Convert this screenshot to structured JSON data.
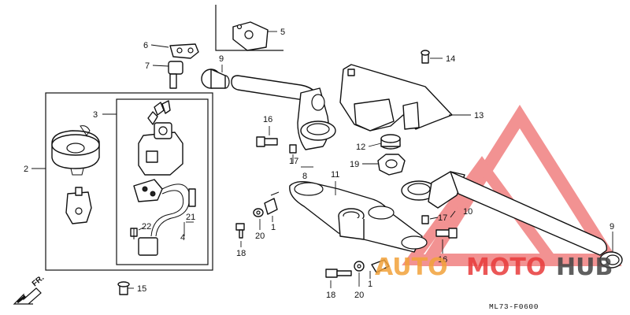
{
  "diagram": {
    "code": "ML73-F0600",
    "direction_label": "FR.",
    "part_numbers": [
      "1",
      "2",
      "3",
      "4",
      "5",
      "6",
      "7",
      "8",
      "9",
      "10",
      "11",
      "12",
      "13",
      "14",
      "15",
      "16",
      "17",
      "18",
      "19",
      "20",
      "21",
      "22"
    ],
    "callouts": [
      {
        "id": "c2",
        "text": "2"
      },
      {
        "id": "c3",
        "text": "3"
      },
      {
        "id": "c4",
        "text": "4"
      },
      {
        "id": "c5",
        "text": "5"
      },
      {
        "id": "c6",
        "text": "6"
      },
      {
        "id": "c7",
        "text": "7"
      },
      {
        "id": "c8",
        "text": "8"
      },
      {
        "id": "c9a",
        "text": "9"
      },
      {
        "id": "c9b",
        "text": "9"
      },
      {
        "id": "c10",
        "text": "10"
      },
      {
        "id": "c11",
        "text": "11"
      },
      {
        "id": "c12",
        "text": "12"
      },
      {
        "id": "c13",
        "text": "13"
      },
      {
        "id": "c14",
        "text": "14"
      },
      {
        "id": "c15",
        "text": "15"
      },
      {
        "id": "c16a",
        "text": "16"
      },
      {
        "id": "c16b",
        "text": "16"
      },
      {
        "id": "c17a",
        "text": "17"
      },
      {
        "id": "c17b",
        "text": "17"
      },
      {
        "id": "c18a",
        "text": "18"
      },
      {
        "id": "c18b",
        "text": "18"
      },
      {
        "id": "c19",
        "text": "19"
      },
      {
        "id": "c20a",
        "text": "20"
      },
      {
        "id": "c20b",
        "text": "20"
      },
      {
        "id": "c21",
        "text": "21"
      },
      {
        "id": "c22",
        "text": "22"
      },
      {
        "id": "c1a",
        "text": "1"
      },
      {
        "id": "c1b",
        "text": "1"
      }
    ]
  },
  "watermark": {
    "brand_part1": "AUTO",
    "brand_part2": "MOTO",
    "brand_part3": "HUB",
    "color_primary": "#e83a3a",
    "color_secondary": "#f2a23a",
    "color_dark": "#333333"
  }
}
